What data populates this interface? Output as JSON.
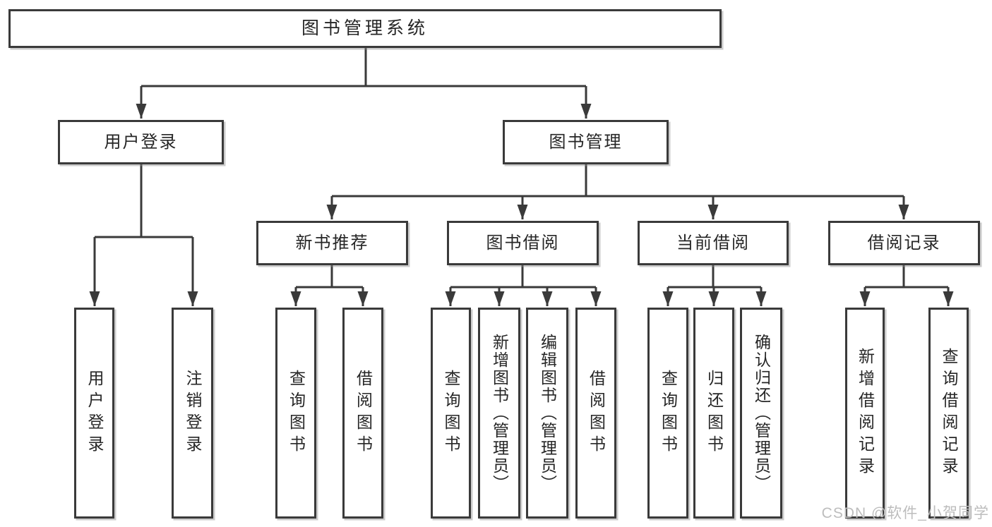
{
  "title": "图书管理系统",
  "watermark": "CSDN @软件_小贺同学",
  "colors": {
    "line": "#3a3a3a",
    "box_border": "#3a3a3a",
    "text": "#262626",
    "watermark": "#bdbdbd",
    "background": "#ffffff"
  },
  "nodes": {
    "root": {
      "id": "library-management-system",
      "label": "图书管理系统"
    },
    "branches": [
      {
        "id": "user-login",
        "label": "用户登录"
      },
      {
        "id": "book-management",
        "label": "图书管理"
      }
    ],
    "modules": [
      {
        "id": "new-book-recommendation",
        "label": "新书推荐"
      },
      {
        "id": "book-borrowing",
        "label": "图书借阅"
      },
      {
        "id": "current-borrowing",
        "label": "当前借阅"
      },
      {
        "id": "borrowing-records",
        "label": "借阅记录"
      }
    ],
    "leaves": [
      {
        "id": "user-login",
        "label": "用户登录"
      },
      {
        "id": "logout",
        "label": "注销登录"
      },
      {
        "id": "query-books-recommend",
        "label": "查询图书"
      },
      {
        "id": "borrow-books-recommend",
        "label": "借阅图书"
      },
      {
        "id": "query-books-borrow",
        "label": "查询图书"
      },
      {
        "id": "add-book-admin",
        "label": "新增图书（管理员）"
      },
      {
        "id": "edit-book-admin",
        "label": "编辑图书（管理员）"
      },
      {
        "id": "borrow-books",
        "label": "借阅图书"
      },
      {
        "id": "query-books-current",
        "label": "查询图书"
      },
      {
        "id": "return-book",
        "label": "归还图书"
      },
      {
        "id": "confirm-return-admin",
        "label": "确认归还（管理员）"
      },
      {
        "id": "add-borrow-record",
        "label": "新增借阅记录"
      },
      {
        "id": "query-borrow-record",
        "label": "查询借阅记录"
      }
    ]
  }
}
